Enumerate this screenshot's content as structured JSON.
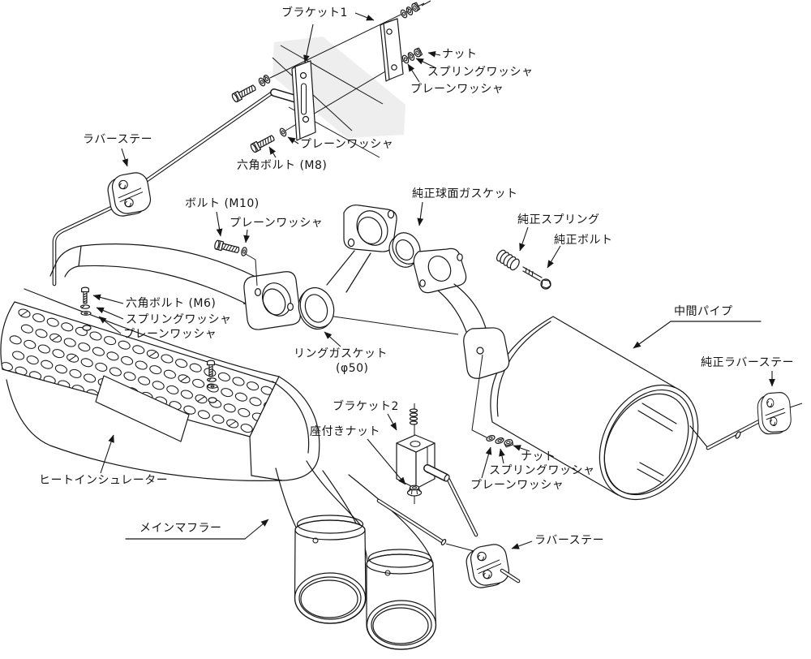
{
  "labels": {
    "bracket1": "ブラケット1",
    "nut_top": "ナット",
    "spring_washer_top": "スプリングワッシャ",
    "plain_washer_top": "プレーンワッシャ",
    "plain_washer_m8": "プレーンワッシャ",
    "hex_bolt_m8": "六角ボルト (M8)",
    "rubber_stay_left": "ラバーステー",
    "bolt_m10": "ボルト (M10)",
    "plain_washer_m10": "プレーンワッシャ",
    "oem_spherical_gasket": "純正球面ガスケット",
    "oem_spring": "純正スプリング",
    "oem_bolt": "純正ボルト",
    "hex_bolt_m6": "六角ボルト (M6)",
    "spring_washer_m6": "スプリングワッシャ",
    "plain_washer_m6": "プレーンワッシャ",
    "ring_gasket": "リングガスケット",
    "ring_gasket_size": "(φ50)",
    "mid_pipe": "中間パイプ",
    "oem_rubber_stay": "純正ラバーステー",
    "bracket2": "ブラケット2",
    "seated_nut": "座付きナット",
    "nut_bottom": "ナット",
    "spring_washer_bottom": "スプリングワッシャ",
    "plain_washer_bottom": "プレーンワッシャ",
    "heat_insulator": "ヒートインシュレーター",
    "main_muffler": "メインマフラー",
    "rubber_stay_bottom": "ラバーステー"
  },
  "colors": {
    "line": "#161616",
    "panel_shade": "#ebebeb",
    "background": "#ffffff"
  }
}
